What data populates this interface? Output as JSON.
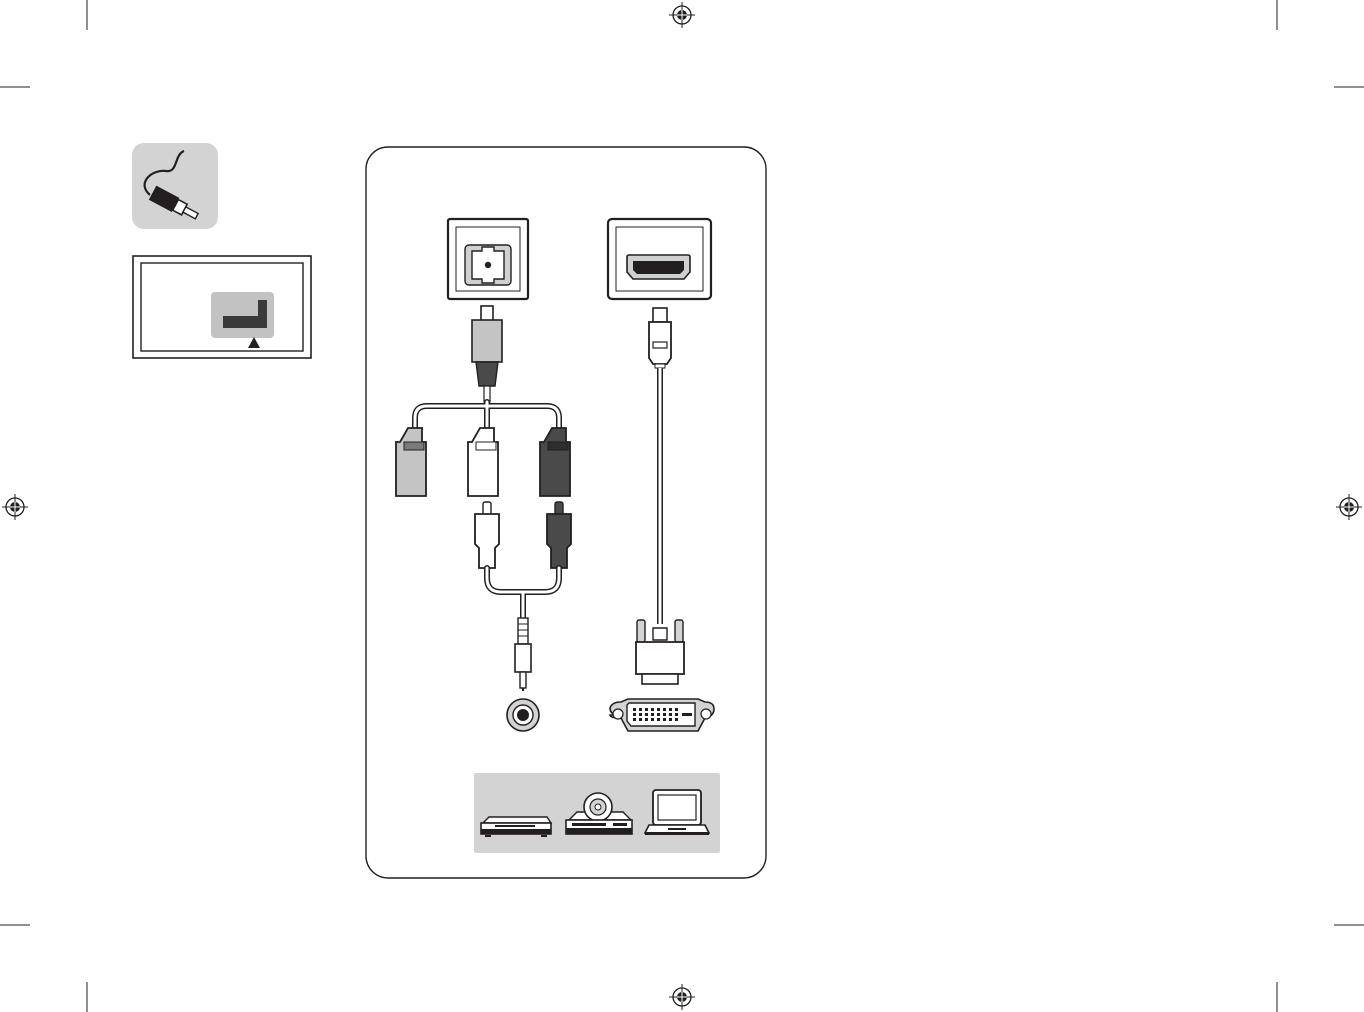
{
  "colors": {
    "ink": "#231f20",
    "panel_gray": "#c8c8c8",
    "light_gray": "#d3d3d3",
    "mid_gray": "#bfbfbf",
    "dark_plug": "#4a4a4a",
    "white": "#ffffff"
  },
  "icons": {
    "crop_marks": "crop-mark-lines",
    "registration": "registration-target",
    "cable": "cable-plug-icon",
    "tv_rear": "tv-rear-panel-icon",
    "av_port": "av-input-port",
    "hdmi_port": "hdmi-input-port",
    "devices": [
      "set-top-box",
      "dvd-player",
      "laptop"
    ]
  }
}
